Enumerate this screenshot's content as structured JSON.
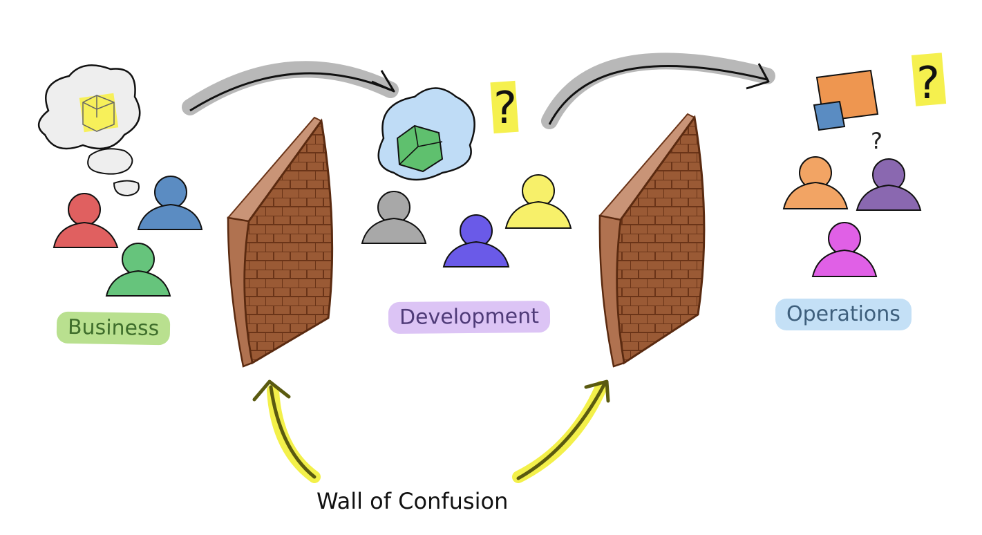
{
  "labels": {
    "business": "Business",
    "development": "Development",
    "operations": "Operations",
    "wall_of_confusion": "Wall of Confusion"
  },
  "marks": {
    "question": "?"
  },
  "colors": {
    "business": "#b9e08f",
    "development": "#dcc4f5",
    "operations": "#c4e0f6",
    "wall_brick": "#9a5a35",
    "wall_mortar": "#6a3418",
    "highlight_yellow": "#f3f04a",
    "arrow_gray": "#b8b8b8",
    "arrow_olive": "#5a5a10",
    "person_red": "#e06060",
    "person_blue": "#5b8cc2",
    "person_green": "#66c47c",
    "person_gray": "#a8a8a8",
    "person_indigo": "#6a5ae8",
    "person_yellow": "#f7f06a",
    "person_orange": "#f2a464",
    "person_purple": "#8a68b0",
    "person_magenta": "#e060e6"
  }
}
